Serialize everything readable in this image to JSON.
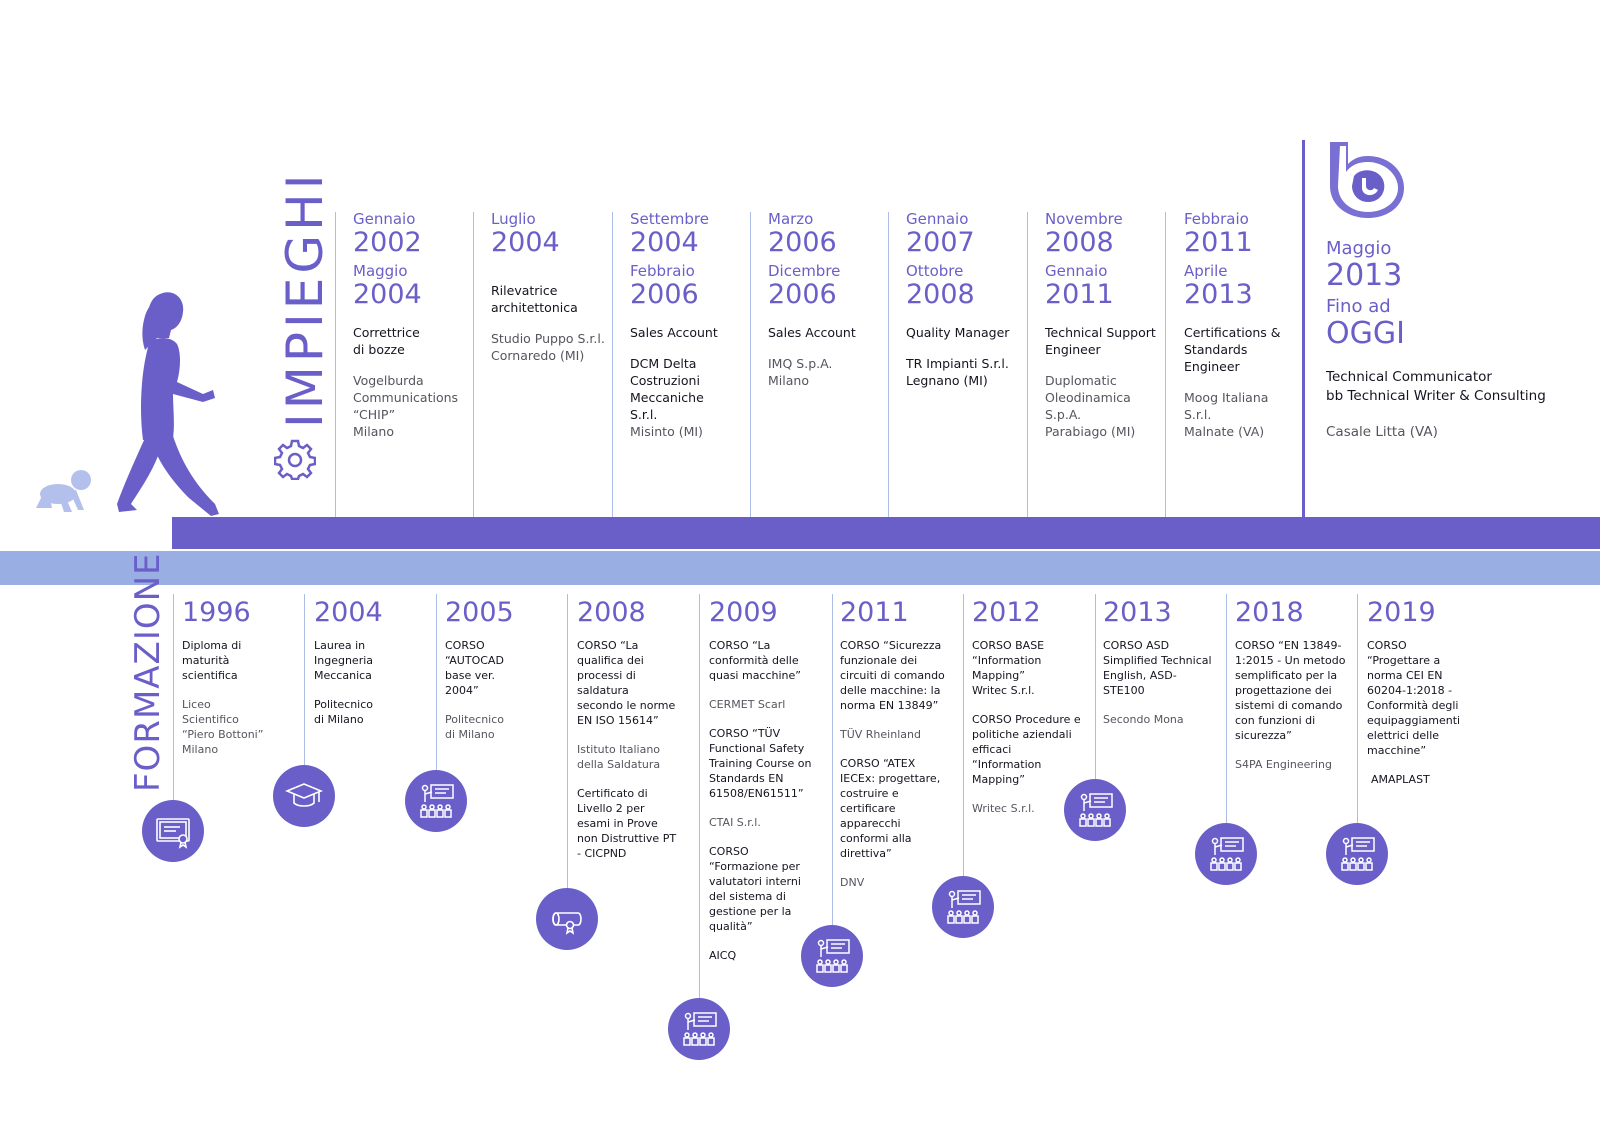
{
  "colors": {
    "primary": "#6a5fc8",
    "light": "#99aee3",
    "line": "#aebde6"
  },
  "titles": {
    "impieghi": "IMPIEGHI",
    "formazione": "FORMAZIONE"
  },
  "icons": {
    "title_impieghi": "gear-icon",
    "walker": "woman-walking-icon",
    "baby": "crawling-baby-icon",
    "logo": "bb-logo-icon"
  },
  "jobs": [
    {
      "from_month": "Gennaio",
      "from_year": "2002",
      "to_month": "Maggio",
      "to_year": "2004",
      "role": "Correttrice di bozze",
      "company": "Vogelburda Communications “CHIP”",
      "place": "Milano"
    },
    {
      "from_month": "Luglio",
      "from_year": "2004",
      "role": "Rilevatrice architettonica",
      "company": "Studio Puppo S.r.l.",
      "place": "Cornaredo (MI)"
    },
    {
      "from_month": "Settembre",
      "from_year": "2004",
      "to_month": "Febbraio",
      "to_year": "2006",
      "role": "Sales Account",
      "company": "DCM Delta Costruzioni Meccaniche S.r.l.",
      "place": "Misinto (MI)"
    },
    {
      "from_month": "Marzo",
      "from_year": "2006",
      "to_month": "Dicembre",
      "to_year": "2006",
      "role": "Sales Account",
      "company": "IMQ S.p.A.",
      "place": "Milano"
    },
    {
      "from_month": "Gennaio",
      "from_year": "2007",
      "to_month": "Ottobre",
      "to_year": "2008",
      "role": "Quality Manager",
      "company": "TR Impianti S.r.l.",
      "place": "Legnano (MI)"
    },
    {
      "from_month": "Novembre",
      "from_year": "2008",
      "to_month": "Gennaio",
      "to_year": "2011",
      "role": "Technical Support Engineer",
      "company": "Duplomatic Oleodinamica S.p.A.",
      "place": "Parabiago (MI)"
    },
    {
      "from_month": "Febbraio",
      "from_year": "2011",
      "to_month": "Aprile",
      "to_year": "2013",
      "role": "Certifications & Standards Engineer",
      "company": "Moog Italiana S.r.l.",
      "place": "Malnate (VA)"
    }
  ],
  "current_job": {
    "from_month": "Maggio",
    "from_year": "2013",
    "to_label": "Fino ad",
    "to_value": "OGGI",
    "role": "Technical Communicator\nbb Technical Writer & Consulting",
    "place": "Casale Litta (VA)"
  },
  "education": [
    {
      "year": "1996",
      "icon": "diploma-certificate-icon",
      "entries": [
        {
          "title": "Diploma di maturità scientifica",
          "inst": "Liceo Scientifico “Piero Bottoni” Milano"
        }
      ]
    },
    {
      "year": "2004",
      "icon": "graduation-cap-icon",
      "entries": [
        {
          "title": "Laurea in Ingegneria Meccanica",
          "inst": "Politecnico di Milano"
        }
      ]
    },
    {
      "year": "2005",
      "icon": "classroom-training-icon",
      "entries": [
        {
          "title": "CORSO “AUTOCAD base ver. 2004”",
          "inst": "Politecnico di Milano"
        }
      ]
    },
    {
      "year": "2008",
      "icon": "diploma-scroll-icon",
      "entries": [
        {
          "title": "CORSO “La qualifica dei processi di saldatura secondo le norme EN ISO 15614”",
          "inst": "Istituto Italiano della Saldatura"
        },
        {
          "title": "Certificato di Livello 2 per esami in Prove non Distruttive PT - CICPND",
          "inst": ""
        }
      ]
    },
    {
      "year": "2009",
      "icon": "classroom-training-icon",
      "entries": [
        {
          "title": "CORSO “La conformità delle quasi macchine”",
          "inst": "CERMET Scarl"
        },
        {
          "title": "CORSO “TÜV Functional Safety Training Course on Standards EN 61508/EN61511”",
          "inst": "CTAI S.r.l."
        },
        {
          "title": "CORSO “Formazione per valutatori interni del sistema di gestione per la qualità”",
          "inst": "AICQ"
        }
      ]
    },
    {
      "year": "2011",
      "icon": "classroom-training-icon",
      "entries": [
        {
          "title": "CORSO “Sicurezza funzionale dei circuiti di comando delle macchine: la norma EN 13849”",
          "inst": "TÜV Rheinland"
        },
        {
          "title": "CORSO “ATEX IECEx: progettare, costruire e certificare apparecchi conformi alla direttiva”",
          "inst": "DNV"
        }
      ]
    },
    {
      "year": "2012",
      "icon": "classroom-training-icon",
      "entries": [
        {
          "title": "CORSO BASE “Information Mapping” Writec S.r.l.",
          "inst": ""
        },
        {
          "title": "CORSO Procedure e politiche aziendali efficaci “Information Mapping”",
          "inst": "Writec S.r.l."
        }
      ]
    },
    {
      "year": "2013",
      "icon": "classroom-training-icon",
      "entries": [
        {
          "title": "CORSO ASD Simplified Technical English, ASD-STE100",
          "inst": "Secondo Mona"
        }
      ]
    },
    {
      "year": "2018",
      "icon": "classroom-training-icon",
      "entries": [
        {
          "title": "CORSO “EN 13849-1:2015 - Un metodo semplificato per la progettazione dei sistemi di comando con funzioni di sicurezza”",
          "inst": "S4PA Engineering"
        }
      ]
    },
    {
      "year": "2019",
      "icon": "classroom-training-icon",
      "entries": [
        {
          "title": "CORSO “Progettare a norma CEI EN 60204-1:2018 - Conformità degli equipaggiamenti elettrici delle macchine”",
          "inst": "AMAPLAST"
        }
      ]
    }
  ]
}
